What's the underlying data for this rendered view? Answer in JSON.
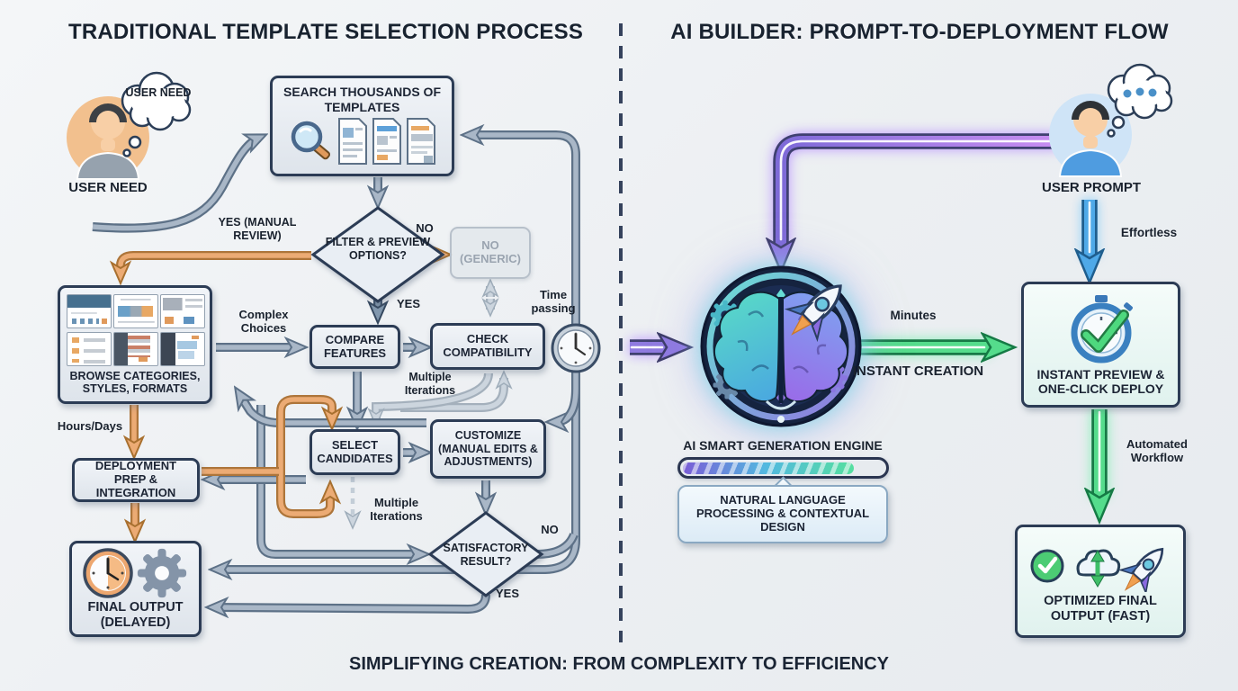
{
  "titles": {
    "left": "TRADITIONAL TEMPLATE SELECTION PROCESS",
    "right": "AI BUILDER: PROMPT-TO-DEPLOYMENT FLOW",
    "footer": "SIMPLIFYING CREATION: FROM COMPLEXITY TO EFFICIENCY"
  },
  "left": {
    "user": {
      "bubble": "USER NEED",
      "caption": "USER NEED"
    },
    "nodes": {
      "search": "SEARCH THOUSANDS OF TEMPLATES",
      "filter": "FILTER & PREVIEW OPTIONS?",
      "no_generic": "NO (GENERIC)",
      "browse": "BROWSE CATEGORIES, STYLES, FORMATS",
      "compare": "COMPARE FEATURES",
      "check": "CHECK COMPATIBILITY",
      "select": "SELECT CANDIDATES",
      "customize": "CUSTOMIZE (MANUAL EDITS & ADJUSTMENTS)",
      "satisfactory": "SATISFACTORY RESULT?",
      "deployment": "DEPLOYMENT PREP & INTEGRATION",
      "final": "FINAL OUTPUT (DELAYED)"
    },
    "edges": {
      "yes_manual": "YES (MANUAL REVIEW)",
      "no_top": "NO",
      "yes_mid": "YES",
      "complex": "Complex Choices",
      "time_passing": "Time passing",
      "multi_iter_a": "Multiple Iterations",
      "multi_iter_b": "Multiple Iterations",
      "hours_days": "Hours/Days",
      "no_bottom": "NO",
      "yes_bottom": "YES"
    }
  },
  "right": {
    "user": {
      "caption": "USER PROMPT"
    },
    "nodes": {
      "engine_caption": "AI SMART GENERATION ENGINE",
      "nlp": "NATURAL LANGUAGE PROCESSING & CONTEXTUAL DESIGN",
      "preview": "INSTANT PREVIEW & ONE-CLICK DEPLOY",
      "optimized": "OPTIMIZED FINAL OUTPUT (FAST)"
    },
    "edges": {
      "effortless": "Effortless",
      "minutes": "Minutes",
      "instant_creation": "INSTANT CREATION",
      "automated": "Automated Workflow"
    },
    "progress_percent": 85
  },
  "icons": {
    "search_box": [
      "magnifier",
      "document",
      "document",
      "document"
    ],
    "timeline": "clock",
    "final_delayed": [
      "clock-orange",
      "gear"
    ],
    "engine": [
      "brain",
      "gears",
      "rocket"
    ],
    "preview": "stopwatch-check",
    "optimized": [
      "check-circle",
      "cloud-sync",
      "rocket"
    ]
  },
  "colors": {
    "ink": "#1c2434",
    "steel": "#a9b7c7",
    "orange": "#ecab74",
    "purple": "#8f7ae0",
    "green": "#55dc8c",
    "blue": "#4fa9e8",
    "teal": "#5fd8cf"
  }
}
